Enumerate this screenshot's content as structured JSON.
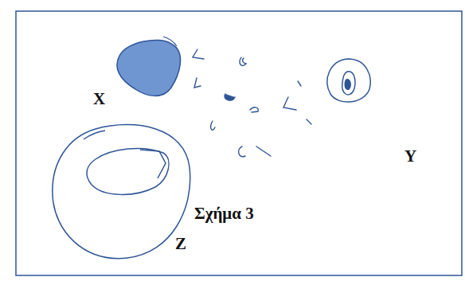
{
  "diagram": {
    "caption": "Σχήμα 3",
    "labels": [
      "X",
      "Y",
      "Z"
    ]
  }
}
